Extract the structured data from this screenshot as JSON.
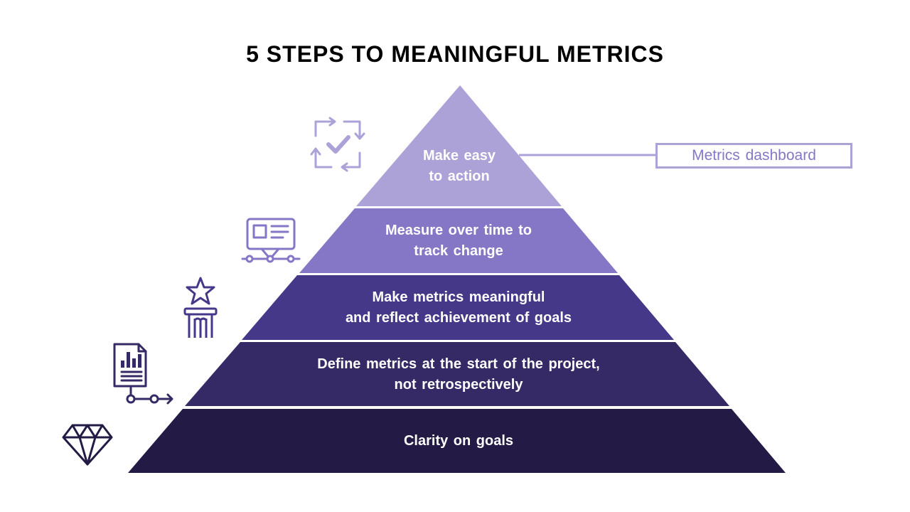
{
  "title": "5 STEPS TO MEANINGFUL METRICS",
  "layers": [
    {
      "label": "Make easy\nto action",
      "color": "#ada2d8",
      "icon": "checklist-cycle-icon"
    },
    {
      "label": "Measure over time to\ntrack change",
      "color": "#8677c6",
      "icon": "timeline-card-icon"
    },
    {
      "label": "Make metrics meaningful\nand reflect achievement of goals",
      "color": "#463888",
      "icon": "star-pedestal-icon"
    },
    {
      "label": "Define metrics at the start of the project,\nnot retrospectively",
      "color": "#352a66",
      "icon": "report-flow-icon"
    },
    {
      "label": "Clarity on goals",
      "color": "#231b45",
      "icon": "diamond-icon"
    }
  ],
  "callout": {
    "label": "Metrics dashboard",
    "color": "#ada2d8"
  }
}
